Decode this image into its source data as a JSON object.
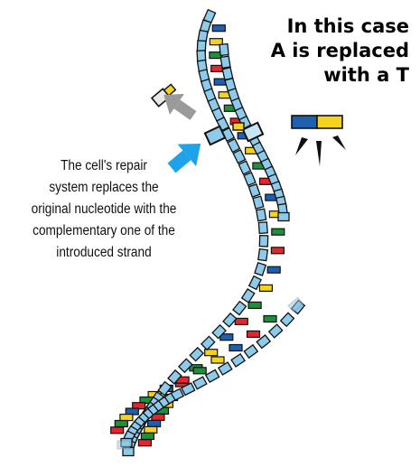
{
  "headline": {
    "line1": "In this case",
    "line2": "A is replaced",
    "line3": "with a T"
  },
  "caption": {
    "line1": "The cell's repair",
    "line2": "system replaces the",
    "line3": "original nucleotide with the",
    "line4": "complementary one of the",
    "line5": "introduced strand"
  },
  "colors": {
    "backbone": "#8ecbea",
    "backbone_dark": "#2f8fcf",
    "base_red": "#e4252b",
    "base_blue": "#1f5fb0",
    "base_yellow": "#f4d21e",
    "base_green": "#1f8f3d",
    "arrow_blue": "#1fa3e8",
    "arrow_gray": "#9a9a9a",
    "outline": "#111111"
  },
  "icons": {
    "arrow_in": "blue-arrow-icon",
    "arrow_out": "gray-arrow-icon",
    "emphasis": "emphasis-burst-icon"
  }
}
